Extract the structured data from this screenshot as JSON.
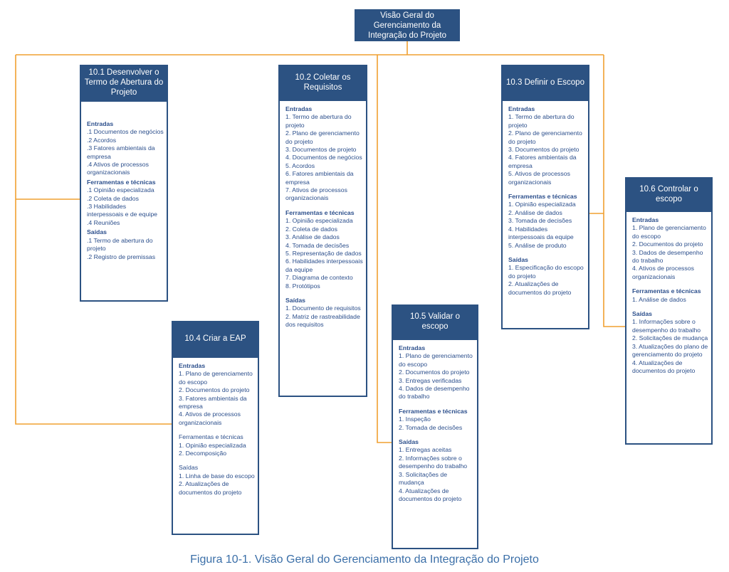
{
  "title": "Visão Geral do Gerenciamento da Integração do Projeto",
  "caption": "Figura 10-1. Visão Geral do Gerenciamento da Integração do Projeto",
  "colors": {
    "header_bg": "#2c5282",
    "connector": "#f0a030",
    "text": "#2c4f8c"
  },
  "nodes": [
    {
      "title": "10.1 Desenvolver o Termo de Abertura do Projeto",
      "sections": [
        {
          "title": "Entradas",
          "bold": true,
          "items": [
            ".1 Documentos de negócios",
            ".2 Acordos",
            ".3 Fatores ambientais da empresa",
            ".4 Ativos de processos organizacionais"
          ]
        },
        {
          "title": "Ferramentas e técnicas",
          "bold": true,
          "items": [
            ".1 Opinião especializada",
            ".2 Coleta de dados",
            ".3 Habilidades interpessoais e de equipe",
            ".4 Reuniões"
          ]
        },
        {
          "title": "Saídas",
          "bold": true,
          "items": [
            ".1 Termo de abertura do projeto",
            ".2 Registro de premissas"
          ]
        }
      ]
    },
    {
      "title": "10.2 Coletar os Requisitos",
      "sections": [
        {
          "title": "Entradas",
          "bold": true,
          "items": [
            "1. Termo de abertura do projeto",
            "2. Plano de gerenciamento do projeto",
            "3. Documentos de projeto",
            "4. Documentos de negócios",
            "5. Acordos",
            "6. Fatores ambientais da empresa",
            "7. Ativos de processos organizacionais"
          ]
        },
        {
          "title": "Ferramentas e técnicas",
          "bold": true,
          "items": [
            "1. Opinião especializada",
            "2. Coleta de dados",
            "3. Análise de dados",
            "4. Tomada de decisões",
            "5. Representação de dados",
            "6. Habilidades interpessoais da equipe",
            "7. Diagrama de contexto",
            "8. Protótipos"
          ]
        },
        {
          "title": "Saídas",
          "bold": true,
          "items": [
            "1. Documento de requisitos",
            "2. Matriz de rastreabilidade dos requisitos"
          ]
        }
      ]
    },
    {
      "title": "10.3 Definir o Escopo",
      "sections": [
        {
          "title": "Entradas",
          "bold": true,
          "items": [
            "1. Termo de abertura do projeto",
            "2. Plano de gerenciamento do projeto",
            "3. Documentos do projeto",
            "4. Fatores ambientais da empresa",
            "5. Ativos de processos organizacionais"
          ]
        },
        {
          "title": "Ferramentas e técnicas",
          "bold": true,
          "items": [
            "1. Opinião especializada",
            "2. Análise de dados",
            "3. Tomada de decisões",
            "4. Habilidades interpessoais da equipe",
            "5. Análise de produto"
          ]
        },
        {
          "title": "Saídas",
          "bold": true,
          "items": [
            "1. Especificação do escopo do projeto",
            "2. Atualizações de documentos do projeto"
          ]
        }
      ]
    },
    {
      "title": "10.4 Criar a EAP",
      "sections": [
        {
          "title": "Entradas",
          "bold": true,
          "items": [
            "1. Plano de gerenciamento do escopo",
            "2. Documentos do projeto",
            "3. Fatores ambientais da empresa",
            "4. Ativos de processos organizacionais"
          ]
        },
        {
          "title": "Ferramentas e técnicas",
          "bold": false,
          "items": [
            "1. Opinião especializada",
            "2. Decomposição"
          ]
        },
        {
          "title": "Saídas",
          "bold": false,
          "items": [
            "1. Linha de base do escopo",
            "2. Atualizações de documentos do projeto"
          ]
        }
      ]
    },
    {
      "title": "10.5 Validar o escopo",
      "sections": [
        {
          "title": "Entradas",
          "bold": true,
          "items": [
            "1. Plano de gerenciamento do escopo",
            "2. Documentos do projeto",
            "3. Entregas verificadas",
            "4. Dados de desempenho do trabalho"
          ]
        },
        {
          "title": "Ferramentas e técnicas",
          "bold": true,
          "items": [
            "1. Inspeção",
            "2. Tomada de decisões"
          ]
        },
        {
          "title": "Saídas",
          "bold": true,
          "items": [
            "1. Entregas aceitas",
            "2. Informações sobre o desempenho do trabalho",
            "3. Solicitações de mudança",
            "4. Atualizações de documentos do projeto"
          ]
        }
      ]
    },
    {
      "title": "10.6 Controlar o escopo",
      "sections": [
        {
          "title": "Entradas",
          "bold": true,
          "items": [
            "1. Plano de gerenciamento do escopo",
            "2. Documentos do projeto",
            "3. Dados de desempenho do trabalho",
            "4. Ativos de processos organizacionais"
          ]
        },
        {
          "title": "Ferramentas e técnicas",
          "bold": true,
          "items": [
            "1. Análise de dados"
          ]
        },
        {
          "title": "Saídas",
          "bold": true,
          "items": [
            "1. Informações sobre o desempenho do trabalho",
            "2. Solicitações de mudança",
            "3. Atualizações do plano de gerenciamento do projeto",
            "4. Atualizações de documentos do projeto"
          ]
        }
      ]
    }
  ]
}
